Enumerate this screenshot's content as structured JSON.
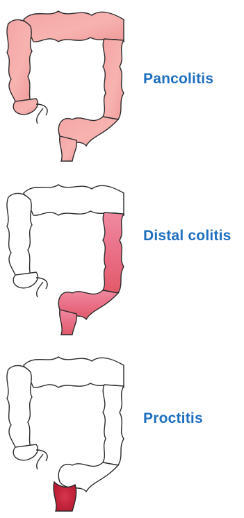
{
  "colors": {
    "label": "#1f6fc0",
    "inflamed_light": "#f7a3a3",
    "inflamed_mid": "#ea7c86",
    "inflamed_dark": "#c7213d",
    "outline": "#222222"
  },
  "panels": [
    {
      "label": "Pancolitis",
      "extent": "entire colon"
    },
    {
      "label": "Distal colitis",
      "extent": "descending and sigmoid colon plus rectum"
    },
    {
      "label": "Proctitis",
      "extent": "rectum only"
    }
  ]
}
